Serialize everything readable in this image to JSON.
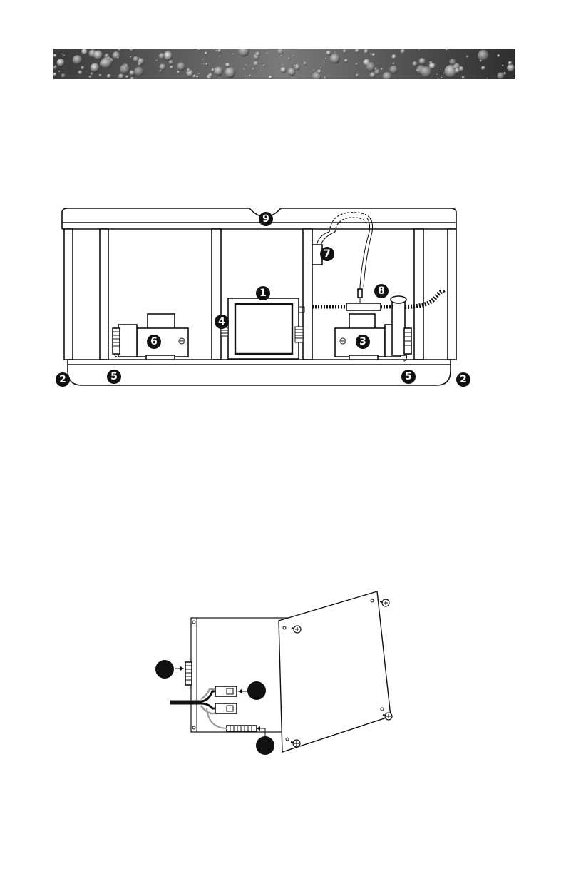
{
  "banner": {
    "colors": [
      "#2b2b2b",
      "#8c8c8c",
      "#d6d6d6"
    ]
  },
  "spa_diagram": {
    "callouts": {
      "c1": "1",
      "c2a": "2",
      "c2b": "2",
      "c3": "3",
      "c4": "4",
      "c5a": "5",
      "c5b": "5",
      "c6": "6",
      "c7": "7",
      "c8": "8",
      "c9": "9"
    }
  },
  "panel_diagram": {
    "callouts": {
      "a": "",
      "b": "",
      "c": ""
    }
  }
}
